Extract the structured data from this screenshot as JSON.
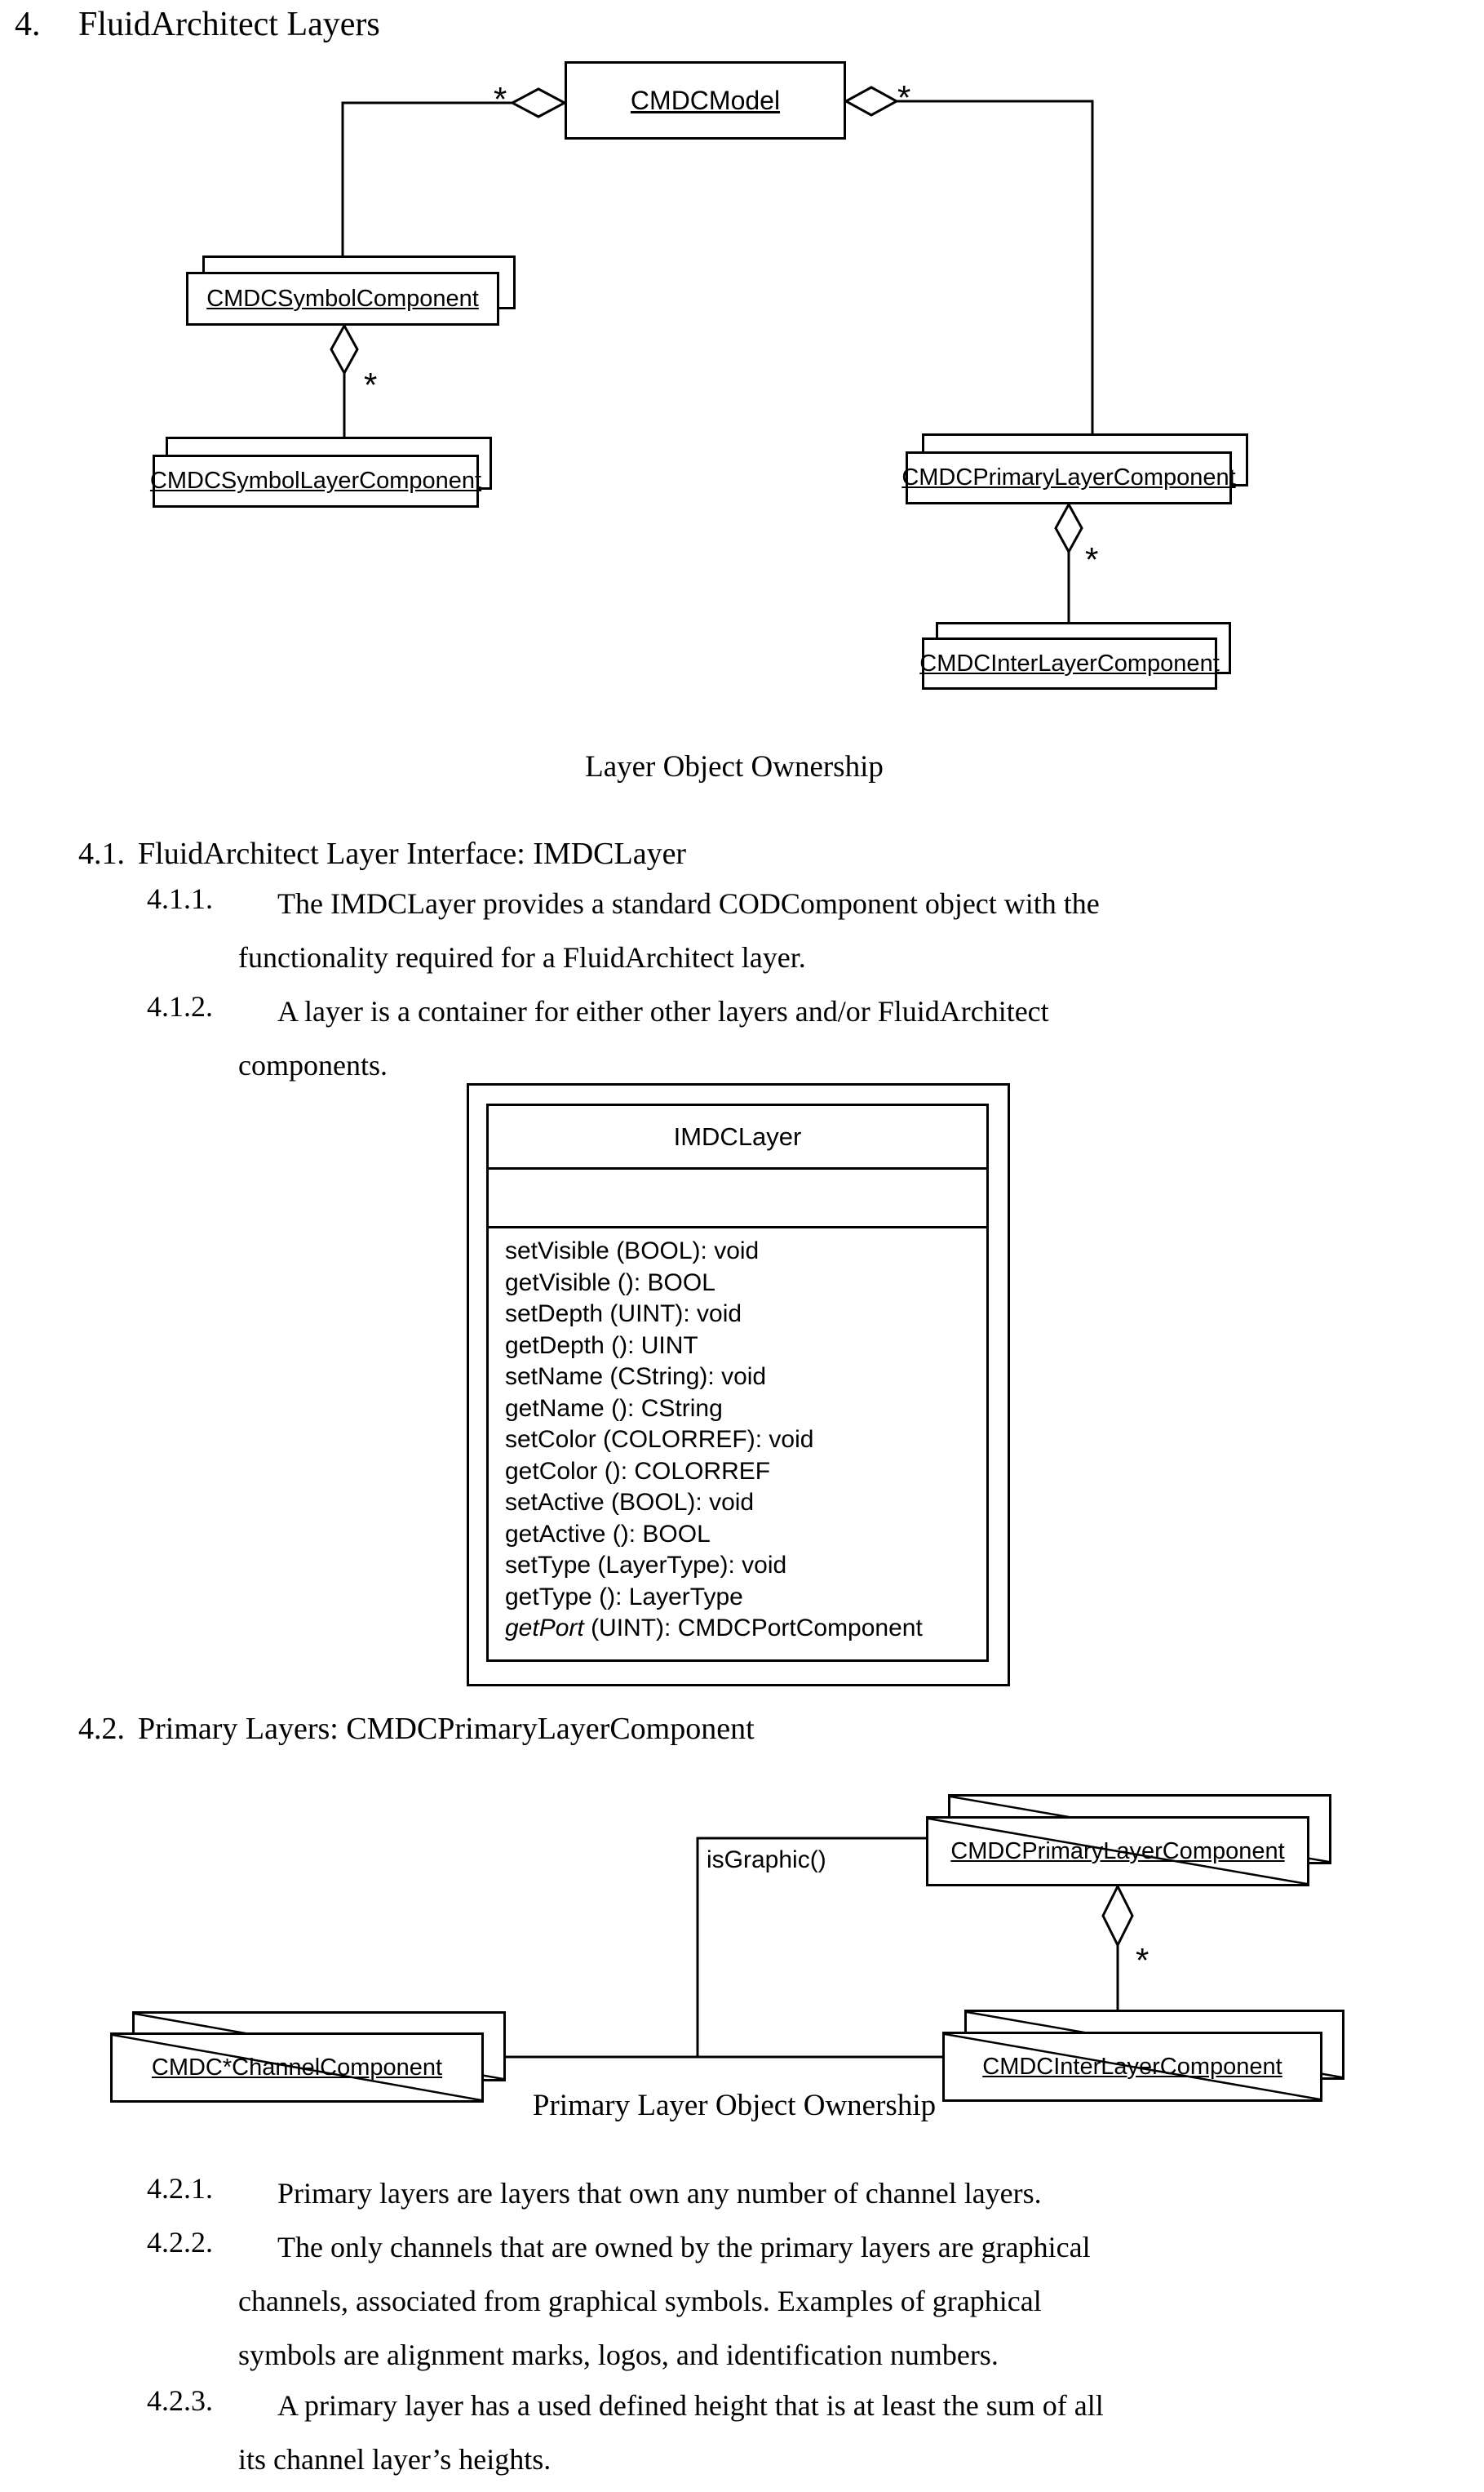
{
  "doc": {
    "heading_num": "4.",
    "heading_text": "FluidArchitect Layers"
  },
  "diagram1": {
    "caption": "Layer Object Ownership",
    "model_label": "CMDCModel",
    "symbol_label": "CMDCSymbolComponent",
    "symbol_layer_label": "CMDCSymbolLayerComponent",
    "primary_layer_label": "CMDCPrimaryLayerComponent",
    "inter_layer_label": "CMDCInterLayerComponent",
    "mult_left": "*",
    "mult_right": "*",
    "mult_symbol": "*",
    "mult_primary": "*"
  },
  "sec41": {
    "num": "4.1.",
    "title": "FluidArchitect Layer Interface: IMDCLayer",
    "items": [
      {
        "num": "4.1.1.",
        "lines": [
          "The IMDCLayer provides a standard CODComponent object with the",
          "functionality required for a FluidArchitect layer."
        ]
      },
      {
        "num": "4.1.2.",
        "lines": [
          "A layer is a container for either other layers and/or FluidArchitect",
          "components."
        ]
      }
    ]
  },
  "imdc": {
    "title": "IMDCLayer",
    "methods": [
      {
        "name": "setVisible",
        "sig": " (BOOL): void"
      },
      {
        "name": "getVisible",
        "sig": " (): BOOL"
      },
      {
        "name": "setDepth",
        "sig": " (UINT): void"
      },
      {
        "name": "getDepth",
        "sig": " (): UINT"
      },
      {
        "name": "setName",
        "sig": " (CString): void"
      },
      {
        "name": "getName",
        "sig": " (): CString"
      },
      {
        "name": "setColor",
        "sig": " (COLORREF): void"
      },
      {
        "name": "getColor",
        "sig": " (): COLORREF"
      },
      {
        "name": "setActive",
        "sig": " (BOOL): void"
      },
      {
        "name": "getActive",
        "sig": " (): BOOL"
      },
      {
        "name": "setType",
        "sig": " (LayerType): void"
      },
      {
        "name": "getType",
        "sig": " (): LayerType"
      },
      {
        "name": "getPort",
        "sig": " (UINT): CMDCPortComponent"
      }
    ]
  },
  "sec42": {
    "num": "4.2.",
    "title": "Primary Layers: CMDCPrimaryLayerComponent",
    "items": [
      {
        "num": "4.2.1.",
        "lines": [
          "Primary layers are layers that own any number of channel layers."
        ]
      },
      {
        "num": "4.2.2.",
        "lines": [
          "The only channels that are owned by the primary layers are graphical",
          "channels, associated from graphical symbols.  Examples of graphical",
          "symbols are alignment marks, logos, and identification numbers."
        ]
      },
      {
        "num": "4.2.3.",
        "lines": [
          "A primary layer has a used defined height that is at least the sum of all",
          "its channel layer’s heights."
        ]
      }
    ]
  },
  "diagram2": {
    "caption": "Primary Layer Object Ownership",
    "isgraphic_label": "isGraphic()",
    "primary_layer_label": "CMDCPrimaryLayerComponent",
    "inter_layer_label": "CMDCInterLayerComponent",
    "channel_label": "CMDC*ChannelComponent",
    "mult_primary": "*"
  }
}
